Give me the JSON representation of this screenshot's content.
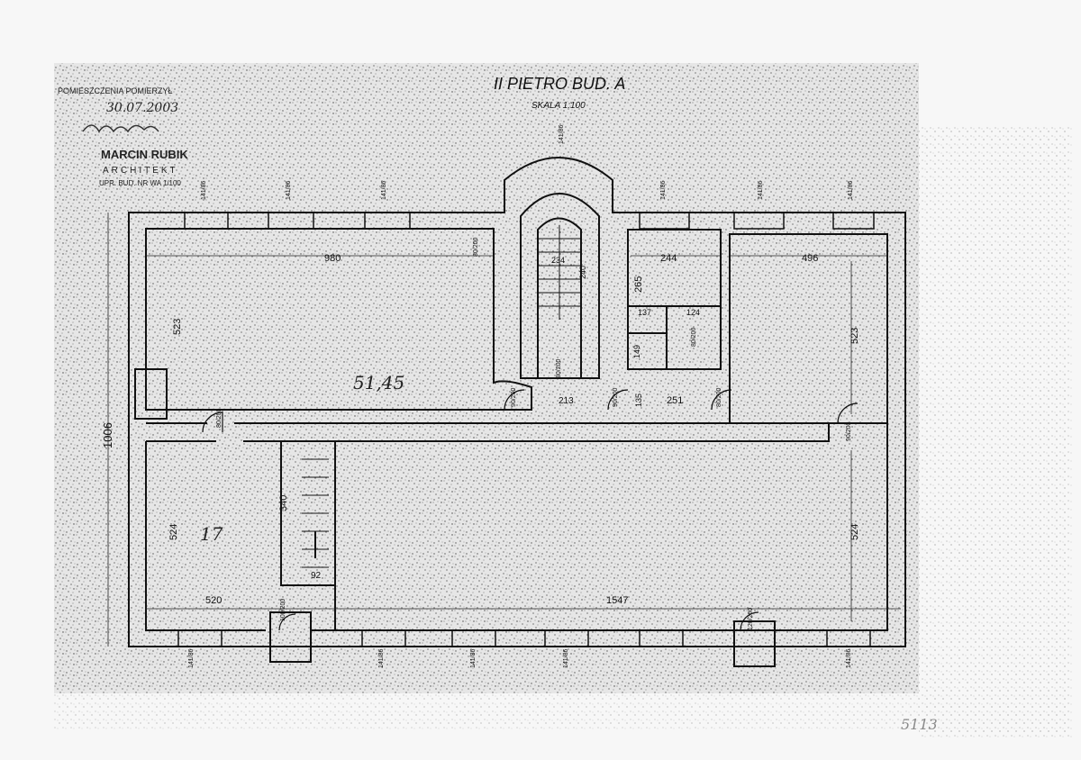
{
  "title": "II PIETRO BUD. A",
  "scale": "SKALA 1:100",
  "stamp": {
    "line1": "POMIESZCZENIA POMIERZYŁ",
    "date": "30.07.2003",
    "name": "MARCIN RUBIK",
    "profession": "ARCHITEKT",
    "license": "UPR. BUD. NR WA 1/100"
  },
  "rooms": {
    "main_area": "51,45",
    "room_sw": "17"
  },
  "dimensions": {
    "top_left_width": "980",
    "stair_width": "234",
    "stair_height": "240",
    "room_a_width": "244",
    "room_a_height": "265",
    "top_right_width": "496",
    "left_height_top": "523",
    "right_height_top": "523",
    "total_height": "1006",
    "small_w1": "137",
    "small_w2": "124",
    "small_h1": "149",
    "corr_w": "213",
    "corr_h": "135",
    "room_b_width": "251",
    "stair2_height": "340",
    "stair2_width": "92",
    "bottom_left_width": "520",
    "bottom_right_width": "1547",
    "left_height_bottom": "524",
    "right_height_bottom": "524"
  },
  "window_labels": [
    "141/86",
    "141/86",
    "141/86",
    "141/86",
    "141/86",
    "141/86",
    "141/86",
    "141/86",
    "141/86",
    "141/86",
    "141/86",
    "141/86"
  ],
  "door_labels": [
    "80/200",
    "90/200",
    "90/200",
    "80/200",
    "80/200",
    "80/200",
    "90/200",
    "80/200",
    "100/200",
    "120/200"
  ],
  "corner_mark": "5113"
}
